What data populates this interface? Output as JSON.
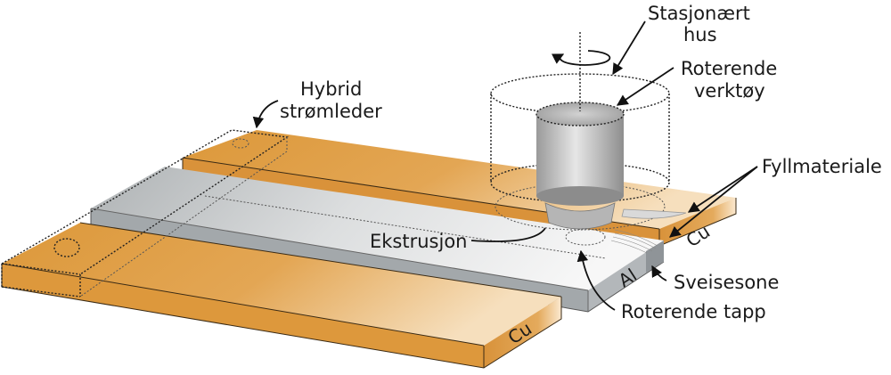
{
  "diagram": {
    "title": "Friction stir welding of hybrid current conductor",
    "labels": {
      "stationary_housing": "Stasjonært\nhus",
      "stationary_housing_line1": "Stasjonært",
      "stationary_housing_line2": "hus",
      "rotating_tool_line1": "Roterende",
      "rotating_tool_line2": "verktøy",
      "hybrid_conductor_line1": "Hybrid",
      "hybrid_conductor_line2": "strømleder",
      "filler_material": "Fyllmateriale",
      "extrusion": "Ekstrusjon",
      "weld_zone": "Sveisesone",
      "rotating_pin": "Roterende tapp"
    },
    "materials": {
      "copper_back": "Cu",
      "copper_front": "Cu",
      "aluminium": "Al"
    },
    "colors": {
      "copper": "#dd9a3c",
      "copper_light": "#f2d3a6",
      "aluminium_top": "#e6e8e9",
      "aluminium_side": "#a9adb0",
      "tool": "#b8b8b8",
      "text": "#1a1a1a"
    }
  }
}
